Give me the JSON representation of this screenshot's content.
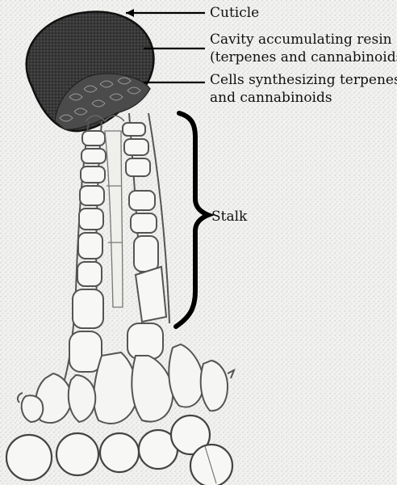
{
  "figure": {
    "labels": {
      "cuticle": "Cuticle",
      "cavity_line1": "Cavity accumulating resin",
      "cavity_line2": "(terpenes and cannabinoids)",
      "cells_line1": "Cells synthesizing terpenes",
      "cells_line2": "and cannabinoids",
      "stalk": "Stalk"
    }
  }
}
